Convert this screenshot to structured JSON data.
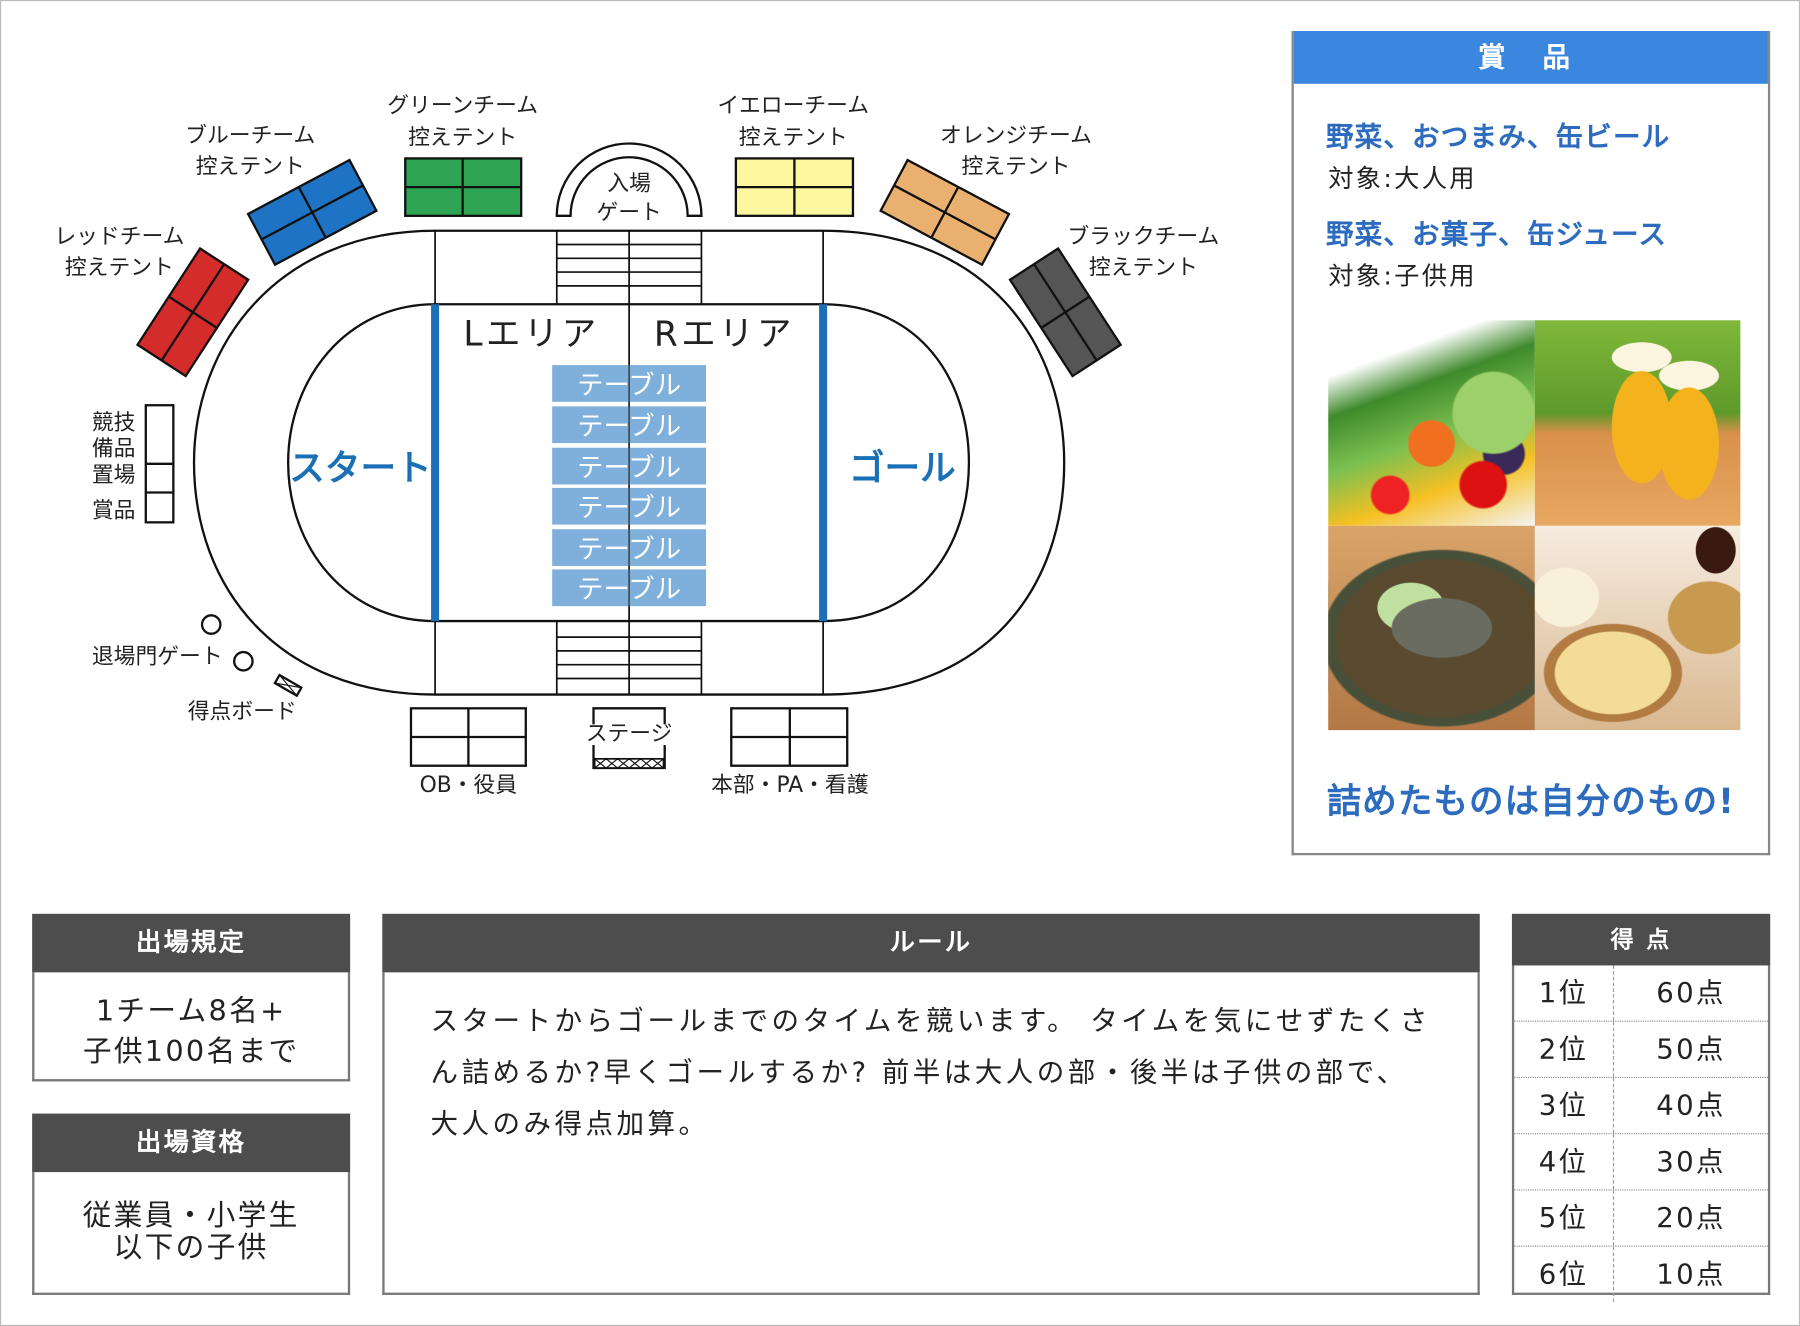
{
  "map": {
    "tents": {
      "red": {
        "line1": "レッドチーム",
        "line2": "控えテント",
        "color": "#d42c2a"
      },
      "blue": {
        "line1": "ブルーチーム",
        "line2": "控えテント",
        "color": "#1f73c4"
      },
      "green": {
        "line1": "グリーンチーム",
        "line2": "控えテント",
        "color": "#2ea553"
      },
      "yellow": {
        "line1": "イエローチーム",
        "line2": "控えテント",
        "color": "#fdf7a0"
      },
      "orange": {
        "line1": "オレンジチーム",
        "line2": "控えテント",
        "color": "#eab070"
      },
      "black": {
        "line1": "ブラックチーム",
        "line2": "控えテント",
        "color": "#555555"
      }
    },
    "entrance_gate": {
      "line1": "入場",
      "line2": "ゲート"
    },
    "left_area": "Lエリア",
    "right_area": "Rエリア",
    "start": "スタート",
    "goal": "ゴール",
    "tables": [
      "テーブル",
      "テーブル",
      "テーブル",
      "テーブル",
      "テーブル",
      "テーブル"
    ],
    "storage": [
      "競技",
      "備品",
      "置場",
      "賞品"
    ],
    "exit_gate": "退場門ゲート",
    "score_board": "得点ボード",
    "stage": "ステージ",
    "ob_staff": "OB・役員",
    "hq": "本部・PA・看護",
    "accent": "#1a6fb5"
  },
  "prize": {
    "title": "賞 品",
    "items": [
      {
        "name": "野菜、おつまみ、缶ビール",
        "target": "対象:大人用"
      },
      {
        "name": "野菜、お菓子、缶ジュース",
        "target": "対象:子供用"
      }
    ],
    "slogan": "詰めたものは自分のもの!"
  },
  "rules_entry": {
    "title": "出場規定",
    "line1": "1チーム8名+",
    "line2": "子供100名まで"
  },
  "eligibility": {
    "title": "出場資格",
    "line1": "従業員・小学生",
    "line2": "以下の子供"
  },
  "rules": {
    "title": "ルール",
    "text": "スタートからゴールまでのタイムを競います。 タイムを気にせずたくさん詰めるか?早くゴールするか? 前半は大人の部・後半は子供の部で、大人のみ得点加算。"
  },
  "score": {
    "title": "得 点",
    "rows": [
      {
        "rank": "1位",
        "points": "60点"
      },
      {
        "rank": "2位",
        "points": "50点"
      },
      {
        "rank": "3位",
        "points": "40点"
      },
      {
        "rank": "4位",
        "points": "30点"
      },
      {
        "rank": "5位",
        "points": "20点"
      },
      {
        "rank": "6位",
        "points": "10点"
      }
    ]
  }
}
